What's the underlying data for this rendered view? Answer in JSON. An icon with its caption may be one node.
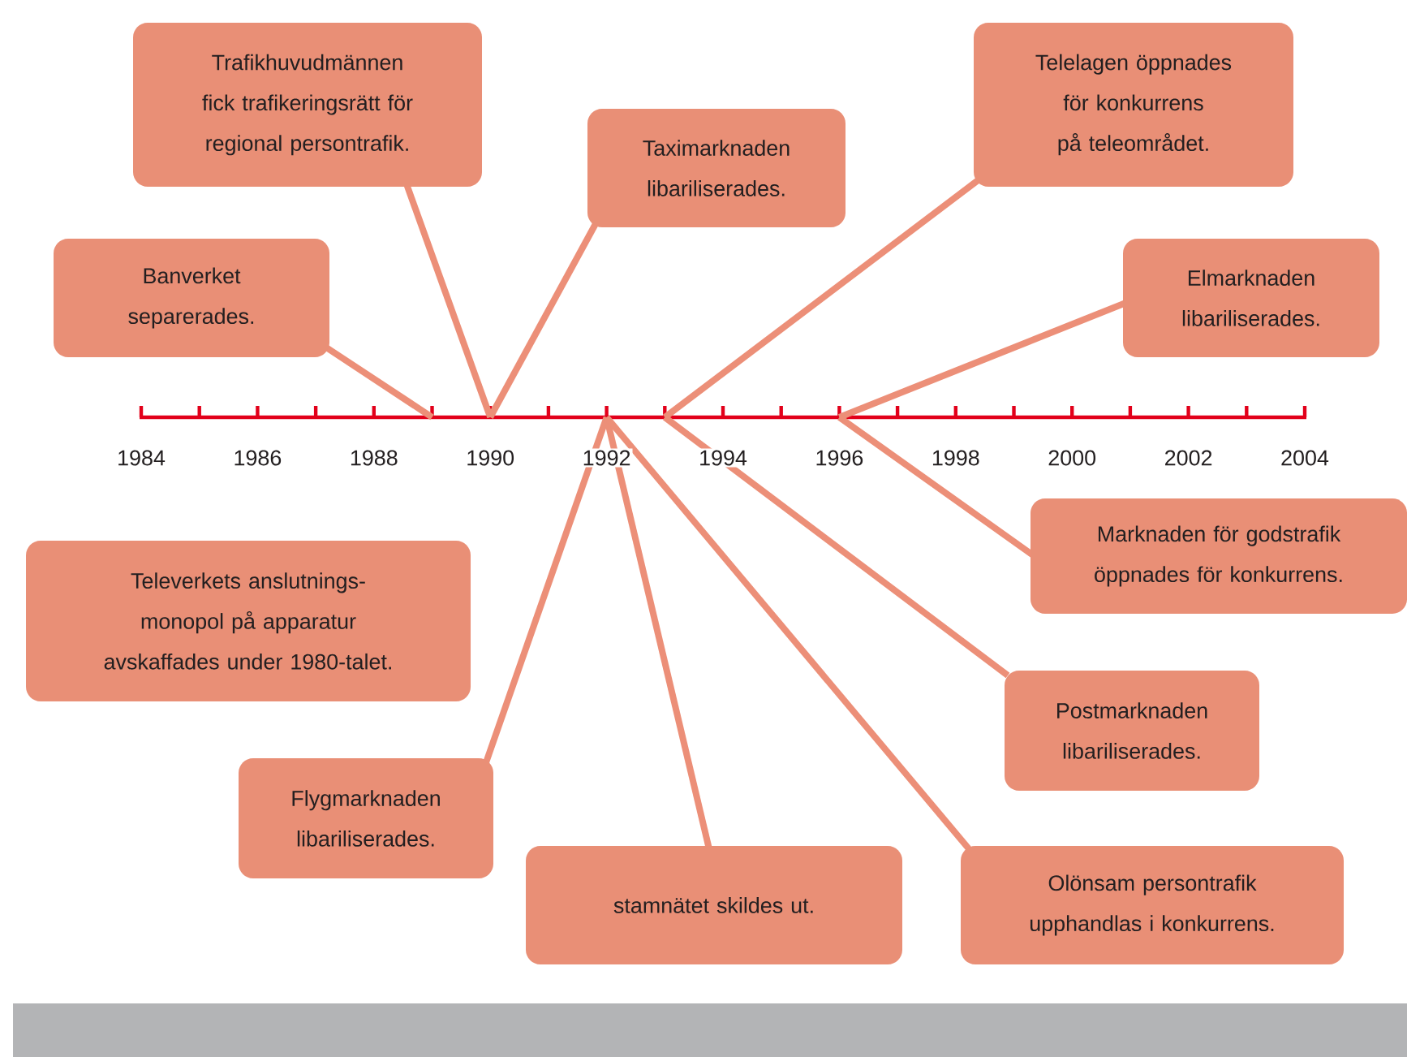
{
  "diagram": {
    "nodes": [
      {
        "text": [
          "Trafikhuvudmännen fick trafikeringsrätt för regional persontrafik."
        ]
      },
      {
        "text": [
          "Taximarknaden libariliserades."
        ]
      },
      {
        "text": [
          "Telelagen öppnades för konkurrens på teleområdet."
        ]
      },
      {
        "text": [
          "Banverket separerades."
        ]
      },
      {
        "text": [
          "Elmarknaden libariliserades."
        ]
      },
      {
        "text": [
          "Televerkets anslutnings- monopol på apparatur avskaffades under 1980-talet."
        ]
      },
      {
        "text": [
          "Marknaden för godstrafik öppnades för konkurrens."
        ]
      },
      {
        "text": [
          "Postmarknaden libariliserades."
        ]
      },
      {
        "text": [
          "Flygmarknaden libariliserades."
        ]
      },
      {
        "text": [
          "stamnätet skildes ut."
        ]
      },
      {
        "text": [
          "Olönsam persontrafik upphandlas i konkurrens."
        ]
      }
    ],
    "edges": [
      {
        "from": 0,
        "to": null,
        "arrow": "none"
      },
      {
        "from": 1,
        "to": null,
        "arrow": "none"
      },
      {
        "from": 2,
        "to": null,
        "arrow": "none"
      },
      {
        "from": 3,
        "to": null,
        "arrow": "none"
      },
      {
        "from": 4,
        "to": null,
        "arrow": "none"
      },
      {
        "from": 6,
        "to": null,
        "arrow": "none"
      },
      {
        "from": 7,
        "to": null,
        "arrow": "none"
      },
      {
        "from": 8,
        "to": null,
        "arrow": "none"
      },
      {
        "from": 9,
        "to": null,
        "arrow": "none"
      },
      {
        "from": 10,
        "to": null,
        "arrow": "none"
      }
    ],
    "labels": [
      "1984",
      "1986",
      "1988",
      "1990",
      "1992",
      "1994",
      "1996",
      "1998",
      "2000",
      "2002",
      "2004"
    ]
  }
}
